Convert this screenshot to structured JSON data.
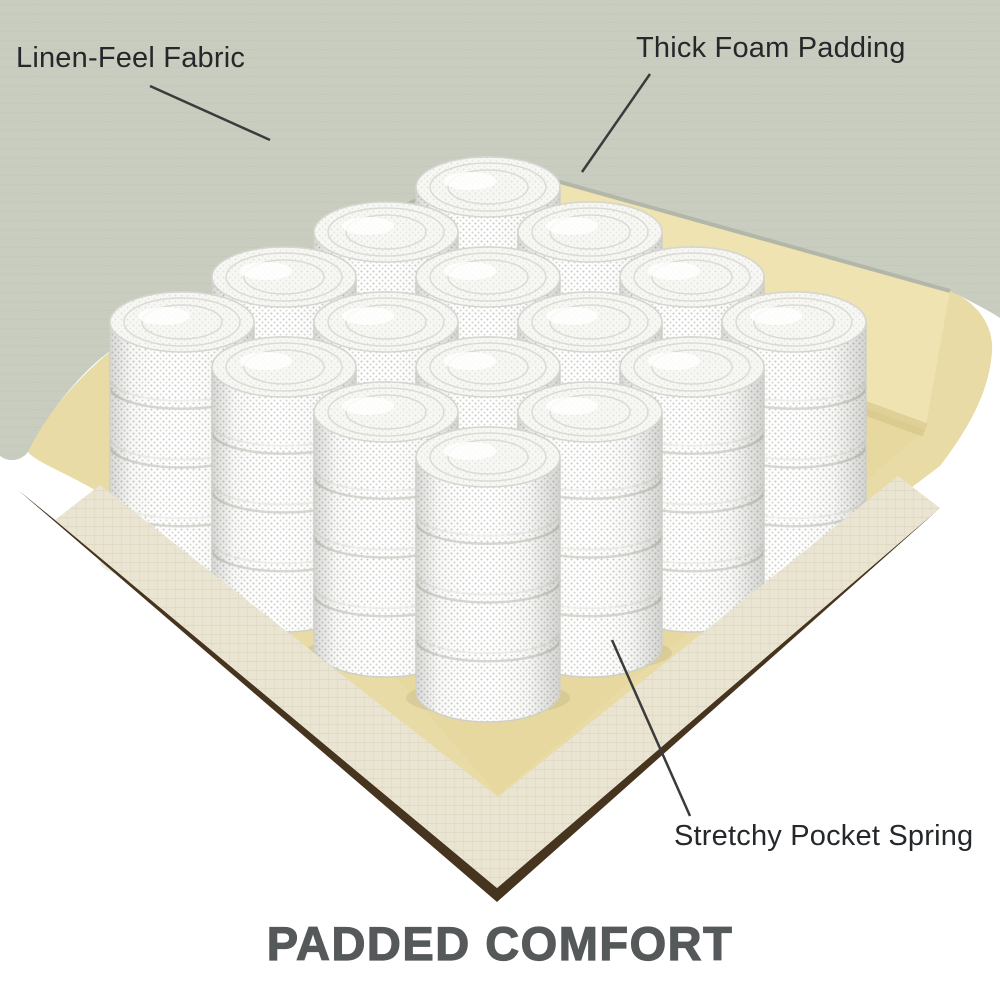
{
  "labels": {
    "fabric": "Linen-Feel Fabric",
    "foam": "Thick Foam Padding",
    "spring": "Stretchy Pocket Spring"
  },
  "title": "PADDED COMFORT",
  "colors": {
    "fabric_sage": "#c9cdc0",
    "foam_tan": "#e8dba6",
    "foam_cut_face": "#efe3b2",
    "foam_floor": "#e7d89f",
    "base_fabric": "#eae5d2",
    "edge_brown": "#47341f",
    "spring_white": "#ffffff",
    "label_text": "#24282a",
    "title_text": "#55595a",
    "leader_line": "#3b3b3b"
  }
}
